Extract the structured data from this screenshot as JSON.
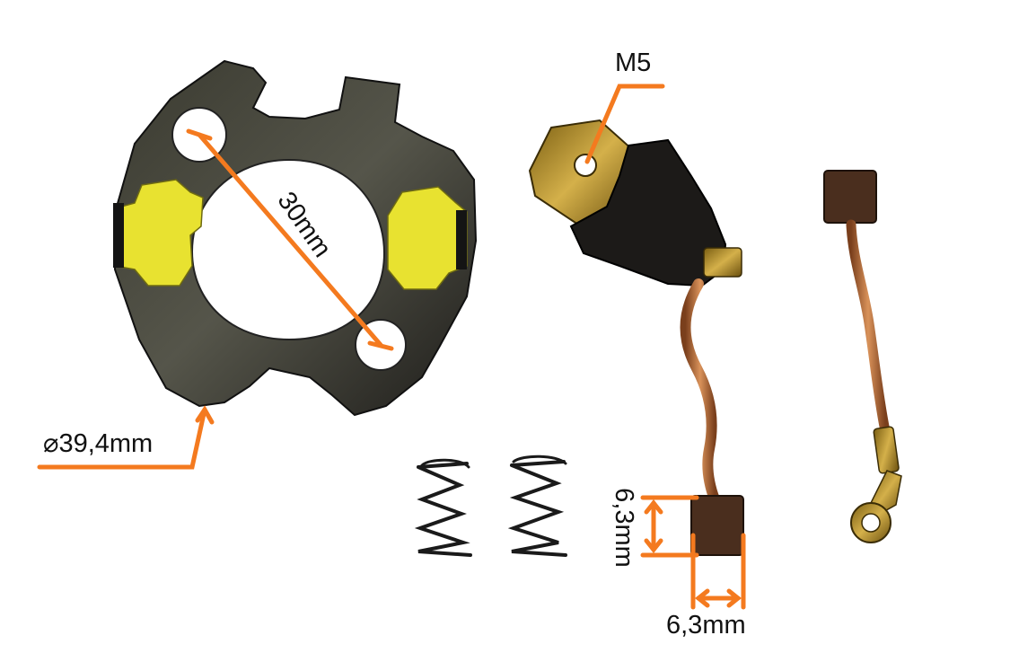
{
  "photo": {
    "labels": {
      "thread": "M5",
      "hole_spacing": "30mm",
      "outer_diameter": "⌀39,4mm",
      "brush_height": "6,3mm",
      "brush_width": "6,3mm"
    },
    "colors": {
      "annotation": "#f47a1f",
      "plate": "#2b2a24",
      "insulator": "#e8e230",
      "brush_carbon": "#4a2e1e",
      "copper_lead": "#b86a38",
      "brass": "#b08a2a",
      "rubber_sleeve": "#1c1a18",
      "spring": "#1a1a1a",
      "background": "#ffffff"
    },
    "objects": [
      "brush-holder-plate-icon",
      "insulated-brush-icon",
      "brush-with-ring-terminal-icon",
      "spring-icon",
      "spring-icon"
    ]
  }
}
